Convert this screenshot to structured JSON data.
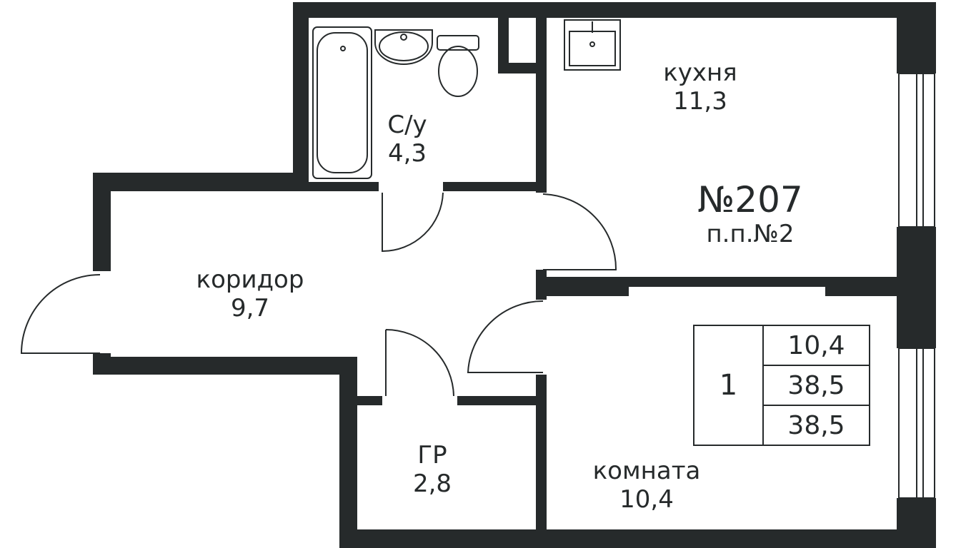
{
  "colors": {
    "wall": "#262a2b",
    "background": "#ffffff"
  },
  "apartment": {
    "number": "№207",
    "subtitle": "п.п.№2"
  },
  "rooms": [
    {
      "name": "кухня",
      "area": "11,3"
    },
    {
      "name": "С/у",
      "area": "4,3"
    },
    {
      "name": "коридор",
      "area": "9,7"
    },
    {
      "name": "ГР",
      "area": "2,8"
    },
    {
      "name": "комната",
      "area": "10,4"
    }
  ],
  "summary": {
    "rooms_count": "1",
    "living_area": "10,4",
    "total_area": "38,5",
    "total_area_with_balcony": "38,5"
  }
}
